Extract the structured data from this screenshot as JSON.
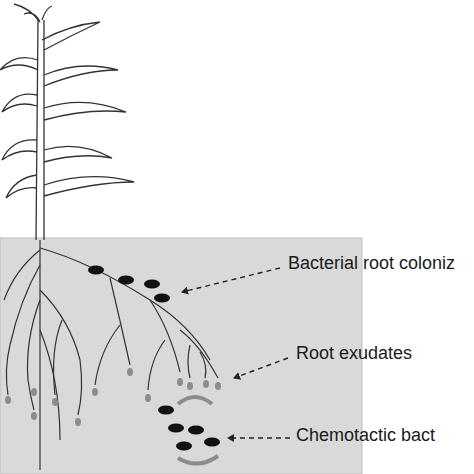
{
  "diagram": {
    "labels": [
      "Bacterial root coloniz",
      "Root exudates",
      "Chemotactic bact"
    ]
  }
}
